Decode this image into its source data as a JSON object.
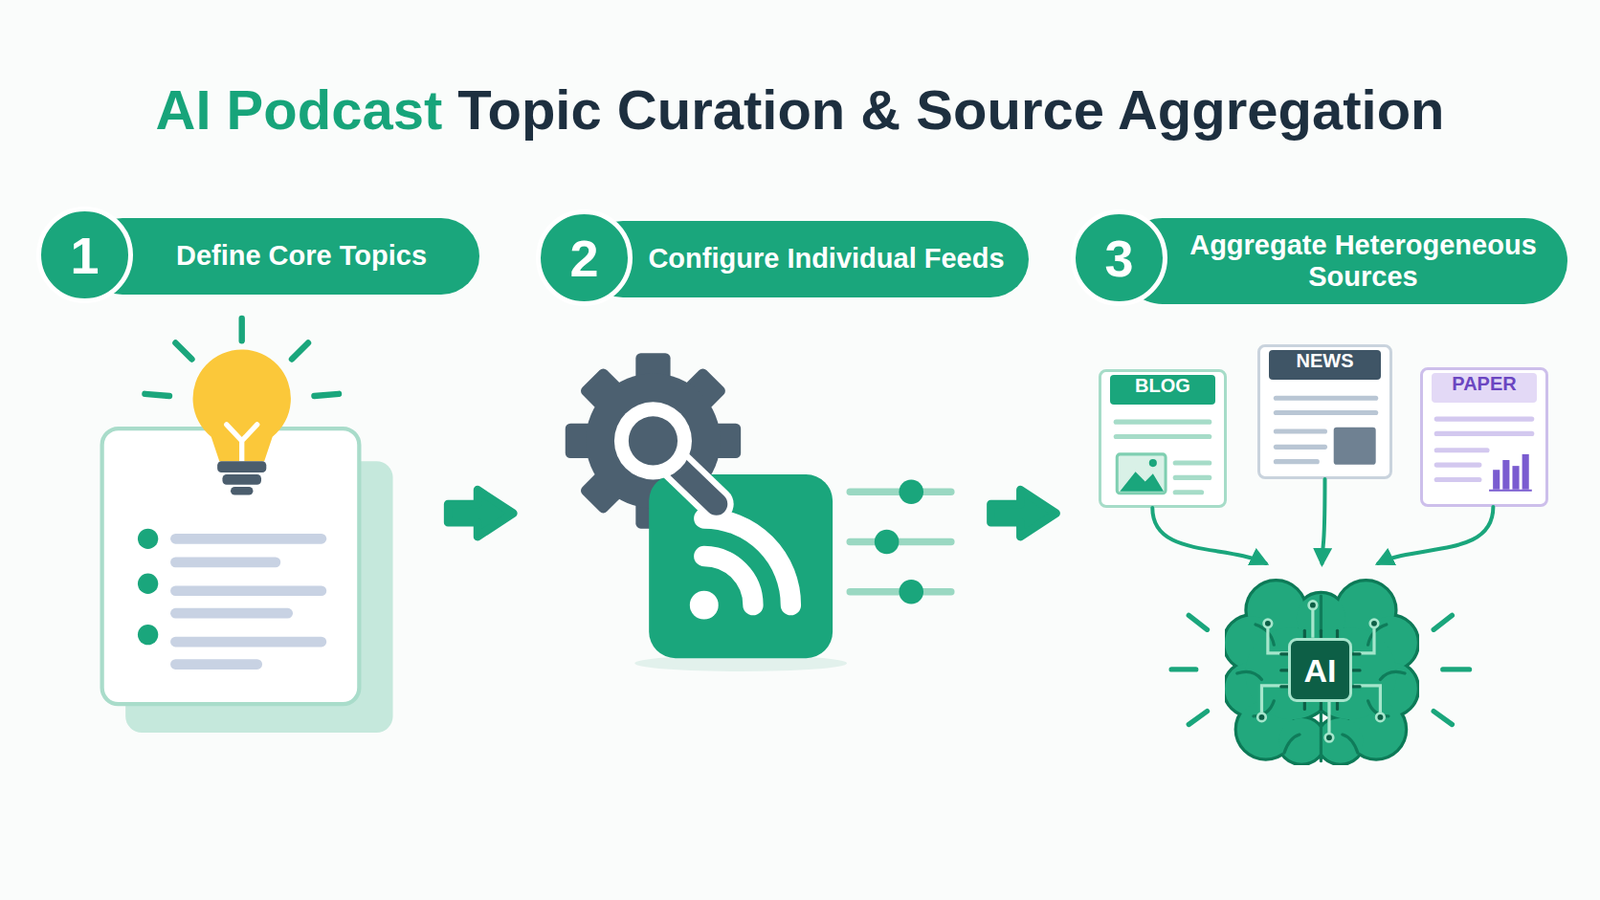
{
  "diagram": {
    "title": "AI Podcast Topic Curation & Source Aggregation",
    "nodes": [
      {
        "text": [
          "1"
        ]
      },
      {
        "text": [
          "Define Core Topics"
        ]
      },
      {
        "text": [
          "2"
        ]
      },
      {
        "text": [
          "Configure Individual Feeds"
        ]
      },
      {
        "text": [
          "3"
        ]
      },
      {
        "text": [
          "Aggregate Heterogeneous Sources"
        ]
      },
      {
        "text": [
          "BLOG"
        ]
      },
      {
        "text": [
          "NEWS"
        ]
      },
      {
        "text": [
          "PAPER"
        ]
      },
      {
        "text": [
          "AI"
        ]
      }
    ],
    "edges": [
      {
        "from": 6,
        "to": 9,
        "arrow": "to"
      },
      {
        "from": 7,
        "to": 9,
        "arrow": "to"
      },
      {
        "from": 8,
        "to": 9,
        "arrow": "to"
      }
    ]
  }
}
